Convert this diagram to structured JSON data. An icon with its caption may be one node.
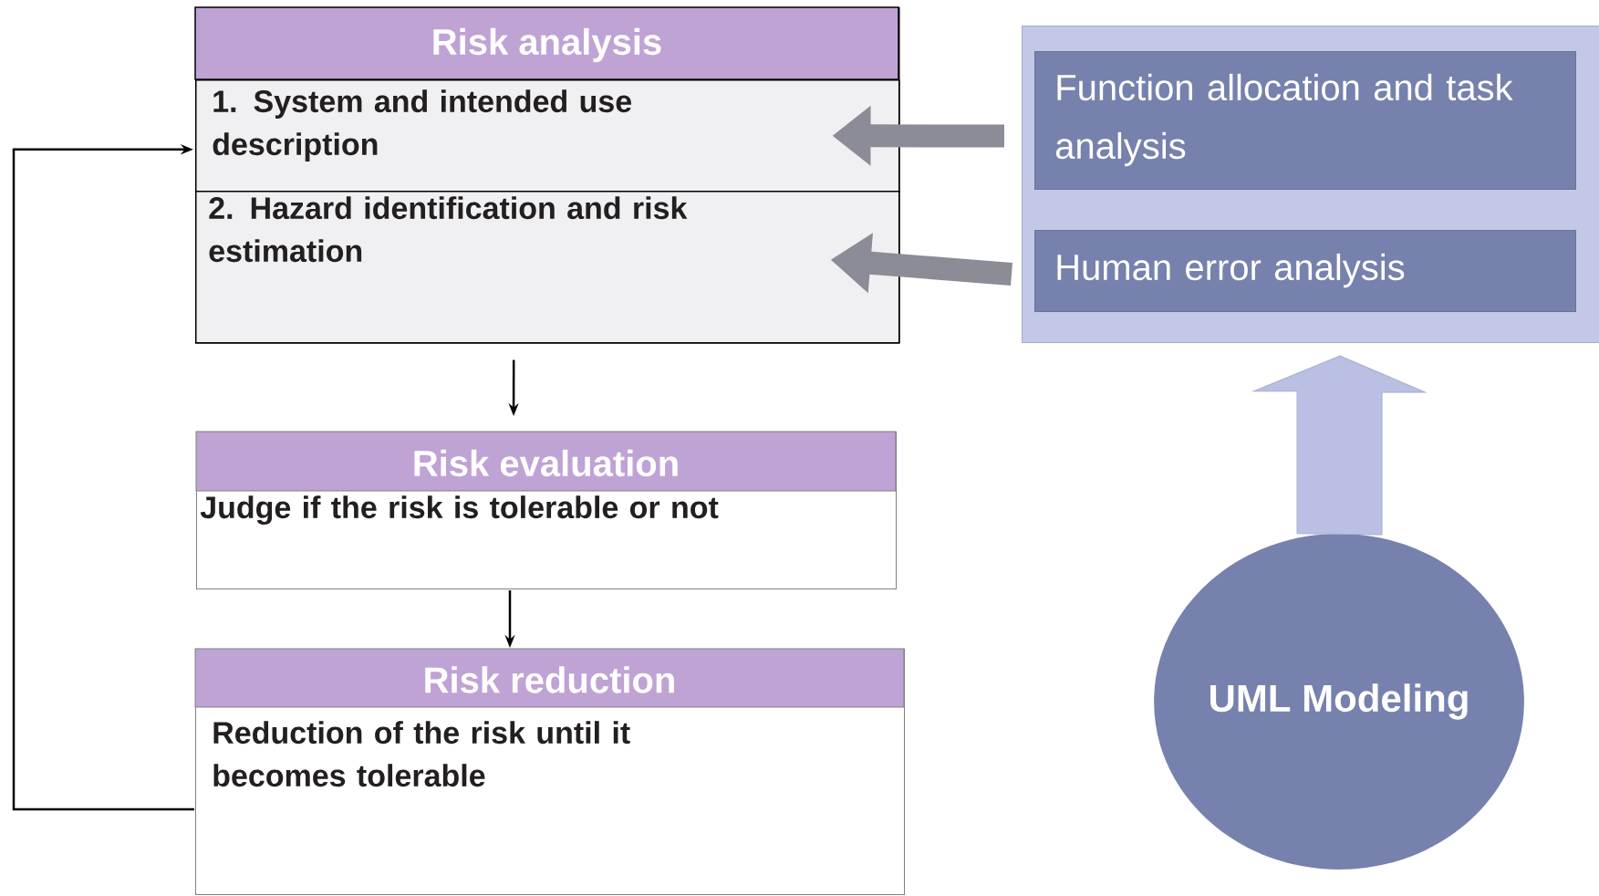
{
  "diagram": {
    "nodes": [
      {
        "text": [
          "Risk analysis"
        ]
      },
      {
        "text": [
          "1. System and intended use description"
        ],
        "in": 0
      },
      {
        "text": [
          "2. Hazard identification and risk estimation"
        ],
        "in": 0
      },
      {
        "text": [
          "Risk evaluation",
          "Judge if the risk is tolerable or not"
        ]
      },
      {
        "text": [
          "Risk reduction",
          "Reduction of the risk until it becomes tolerable"
        ]
      },
      {
        "text": [],
        "shape": "box"
      },
      {
        "text": [
          "Function allocation and task analysis"
        ],
        "in": 5
      },
      {
        "text": [
          "Human error analysis"
        ],
        "in": 5
      },
      {
        "text": [
          "UML Modeling"
        ]
      }
    ],
    "edges": [
      {
        "from": 0,
        "to": 3,
        "arrow": "to"
      },
      {
        "from": 3,
        "to": 4,
        "arrow": "to"
      },
      {
        "from": 4,
        "to": 1,
        "arrow": "to"
      },
      {
        "from": 6,
        "to": 1,
        "arrow": "to",
        "style": "thick",
        "color": "#8c8c96"
      },
      {
        "from": 7,
        "to": 2,
        "arrow": "to",
        "style": "thick",
        "color": "#8c8c96"
      },
      {
        "from": 8,
        "to": 5,
        "arrow": "to",
        "style": "thick",
        "color": "#b9c0e3"
      }
    ]
  }
}
